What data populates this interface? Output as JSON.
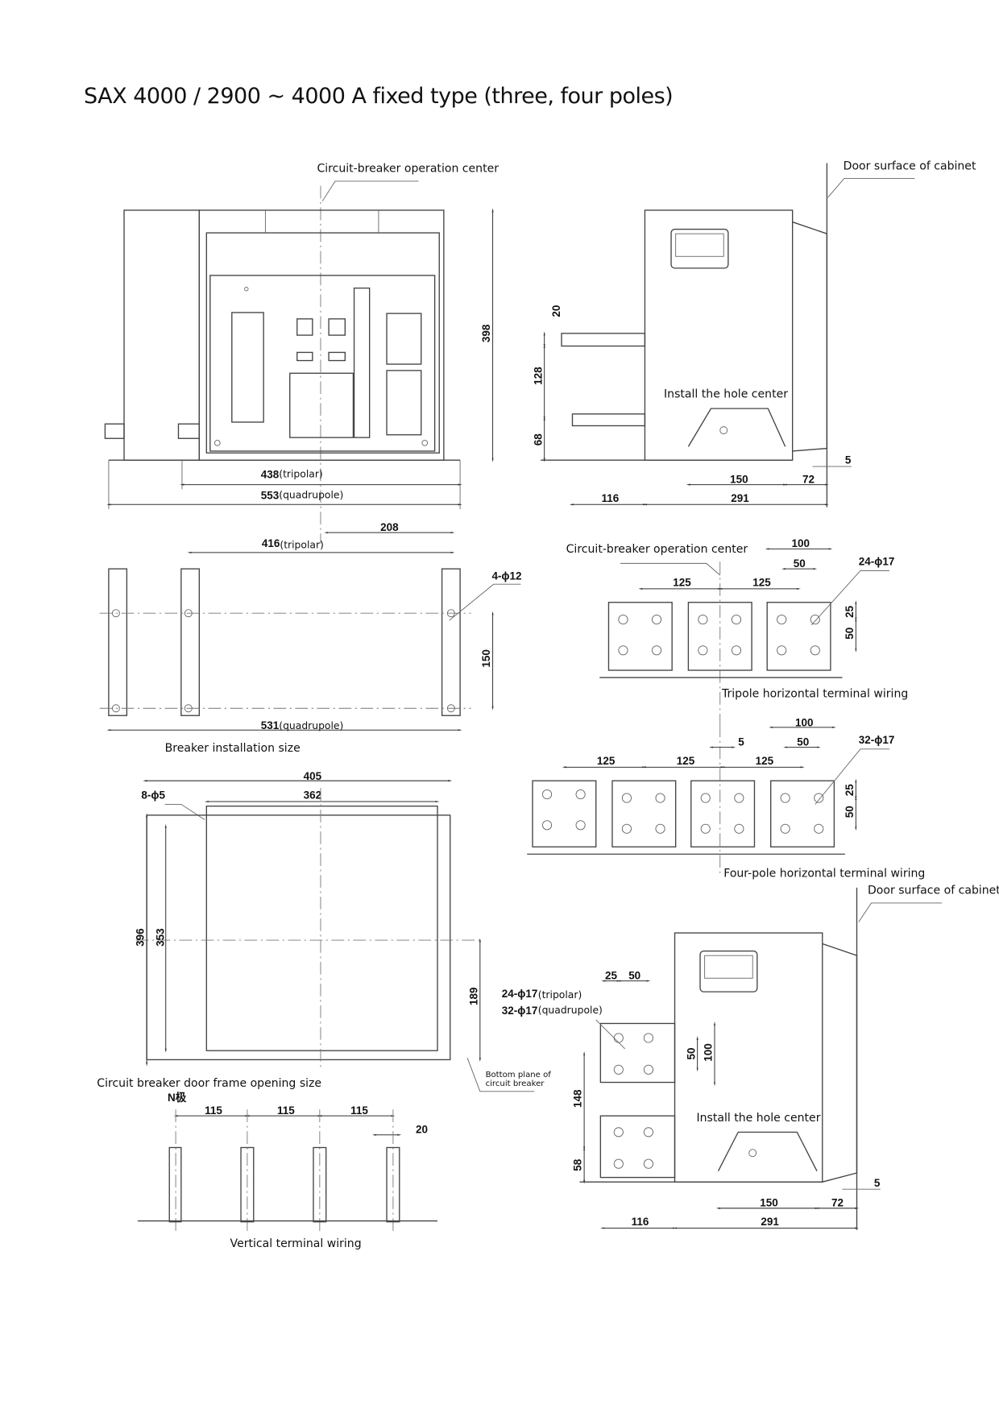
{
  "title": "SAX 4000 / 2900 ~ 4000 A fixed type (three, four poles)",
  "front_view": {
    "operation_center": "Circuit-breaker operation center",
    "height": "398",
    "width_tripolar": "438",
    "tripolar": "(tripolar)",
    "width_quadrupole": "553",
    "quadrupole": "(quadrupole)"
  },
  "side_view_top": {
    "door_surface": "Door surface of cabinet",
    "install_hole_center": "Install the hole center",
    "d20": "20",
    "d128": "128",
    "d68": "68",
    "d116": "116",
    "d150": "150",
    "d291": "291",
    "d72": "72",
    "d5": "5"
  },
  "installation": {
    "d208": "208",
    "d416": "416",
    "tripolar": "(tripolar)",
    "holes": "4-ϕ12",
    "d150": "150",
    "d531": "531",
    "quadrupole": "(quadrupole)",
    "caption": "Breaker installation size"
  },
  "tripole_wiring": {
    "operation_center": "Circuit-breaker operation center",
    "d100": "100",
    "d50": "50",
    "holes": "24-ϕ17",
    "d125a": "125",
    "d125b": "125",
    "d25": "25",
    "d50v": "50",
    "caption": "Tripole horizontal terminal wiring"
  },
  "fourpole_wiring": {
    "d100": "100",
    "d50": "50",
    "d5": "5",
    "holes": "32-ϕ17",
    "d125a": "125",
    "d125b": "125",
    "d125c": "125",
    "d25": "25",
    "d50v": "50",
    "caption": "Four-pole horizontal terminal wiring"
  },
  "door_frame": {
    "d405": "405",
    "d362": "362",
    "holes": "8-ϕ5",
    "d396": "396",
    "d353": "353",
    "d189": "189",
    "caption": "Circuit breaker door frame opening size"
  },
  "vertical_wiring": {
    "n_pole": "N极",
    "d115a": "115",
    "d115b": "115",
    "d115c": "115",
    "d20": "20",
    "caption": "Vertical terminal wiring"
  },
  "side_view_bottom": {
    "door_surface": "Door surface of cabinet",
    "d25": "25",
    "d50": "50",
    "holes_tri": "24-ϕ17",
    "tripolar": "(tripolar)",
    "holes_quad": "32-ϕ17",
    "quadrupole": "(quadrupole)",
    "d50v": "50",
    "d100": "100",
    "d148": "148",
    "d58": "58",
    "bottom_plane_1": "Bottom plane of",
    "bottom_plane_2": "circuit breaker",
    "install_hole_center": "Install the hole center",
    "d116": "116",
    "d150": "150",
    "d291": "291",
    "d72": "72",
    "d5": "5"
  }
}
